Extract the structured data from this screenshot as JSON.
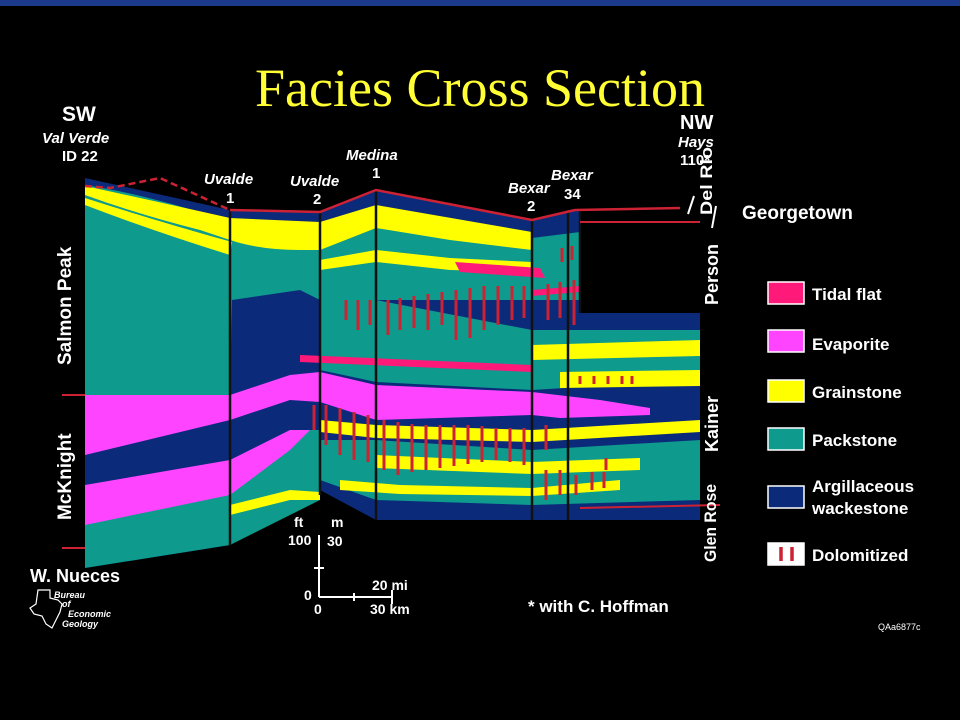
{
  "title": "Facies Cross Section",
  "direction": {
    "left": "SW",
    "right": "NW"
  },
  "wells": [
    {
      "line1": "Val Verde",
      "line2": "ID 22"
    },
    {
      "line1": "Uvalde",
      "line2": "1"
    },
    {
      "line1": "Uvalde",
      "line2": "2"
    },
    {
      "line1": "Medina",
      "line2": "1"
    },
    {
      "line1": "Bexar",
      "line2": "2"
    },
    {
      "line1": "Bexar",
      "line2": "34"
    },
    {
      "line1": "Hays",
      "line2": "110*"
    }
  ],
  "left_units": [
    "Salmon Peak",
    "McKnight",
    "W. Nueces"
  ],
  "right_units": [
    "Del Rio",
    "Georgetown",
    "Person",
    "Kainer",
    "Glen Rose"
  ],
  "legend": [
    {
      "label": "Tidal flat",
      "color": "#ff1a7a"
    },
    {
      "label": "Evaporite",
      "color": "#ff44ff"
    },
    {
      "label": "Grainstone",
      "color": "#ffff00"
    },
    {
      "label": "Packstone",
      "color": "#0e9a8c"
    },
    {
      "label": "Argillaceous wackestone",
      "color": "#0c2a7a"
    },
    {
      "label": "Dolomitized",
      "color": "#cc2233"
    }
  ],
  "scale": {
    "vertical_units": [
      "ft",
      "m"
    ],
    "vertical_values": [
      "100",
      "30",
      "0",
      "0"
    ],
    "horizontal": [
      "20 mi",
      "30 km"
    ]
  },
  "logo": {
    "lines": [
      "Bureau",
      "of",
      "Economic",
      "Geology"
    ]
  },
  "note": "* with C. Hoffman",
  "figure_id": "QAa6877c"
}
